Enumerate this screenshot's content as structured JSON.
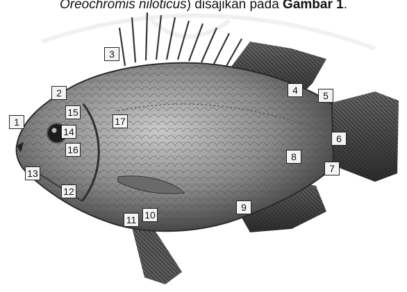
{
  "caption": {
    "species": "Oreochromis niloticus",
    "middle": ") disajikan pada ",
    "figure_ref": "Gambar 1",
    "end": "."
  },
  "figure": {
    "subject": "fish-photo",
    "labels": [
      "1",
      "2",
      "3",
      "4",
      "5",
      "6",
      "7",
      "8",
      "9",
      "10",
      "11",
      "12",
      "13",
      "14",
      "15",
      "16",
      "17"
    ]
  },
  "colors": {
    "label_border": "#222222",
    "label_fill": "#f4f4f4",
    "fish_dark": "#2a2a2a",
    "fish_mid": "#7a7a7a"
  }
}
